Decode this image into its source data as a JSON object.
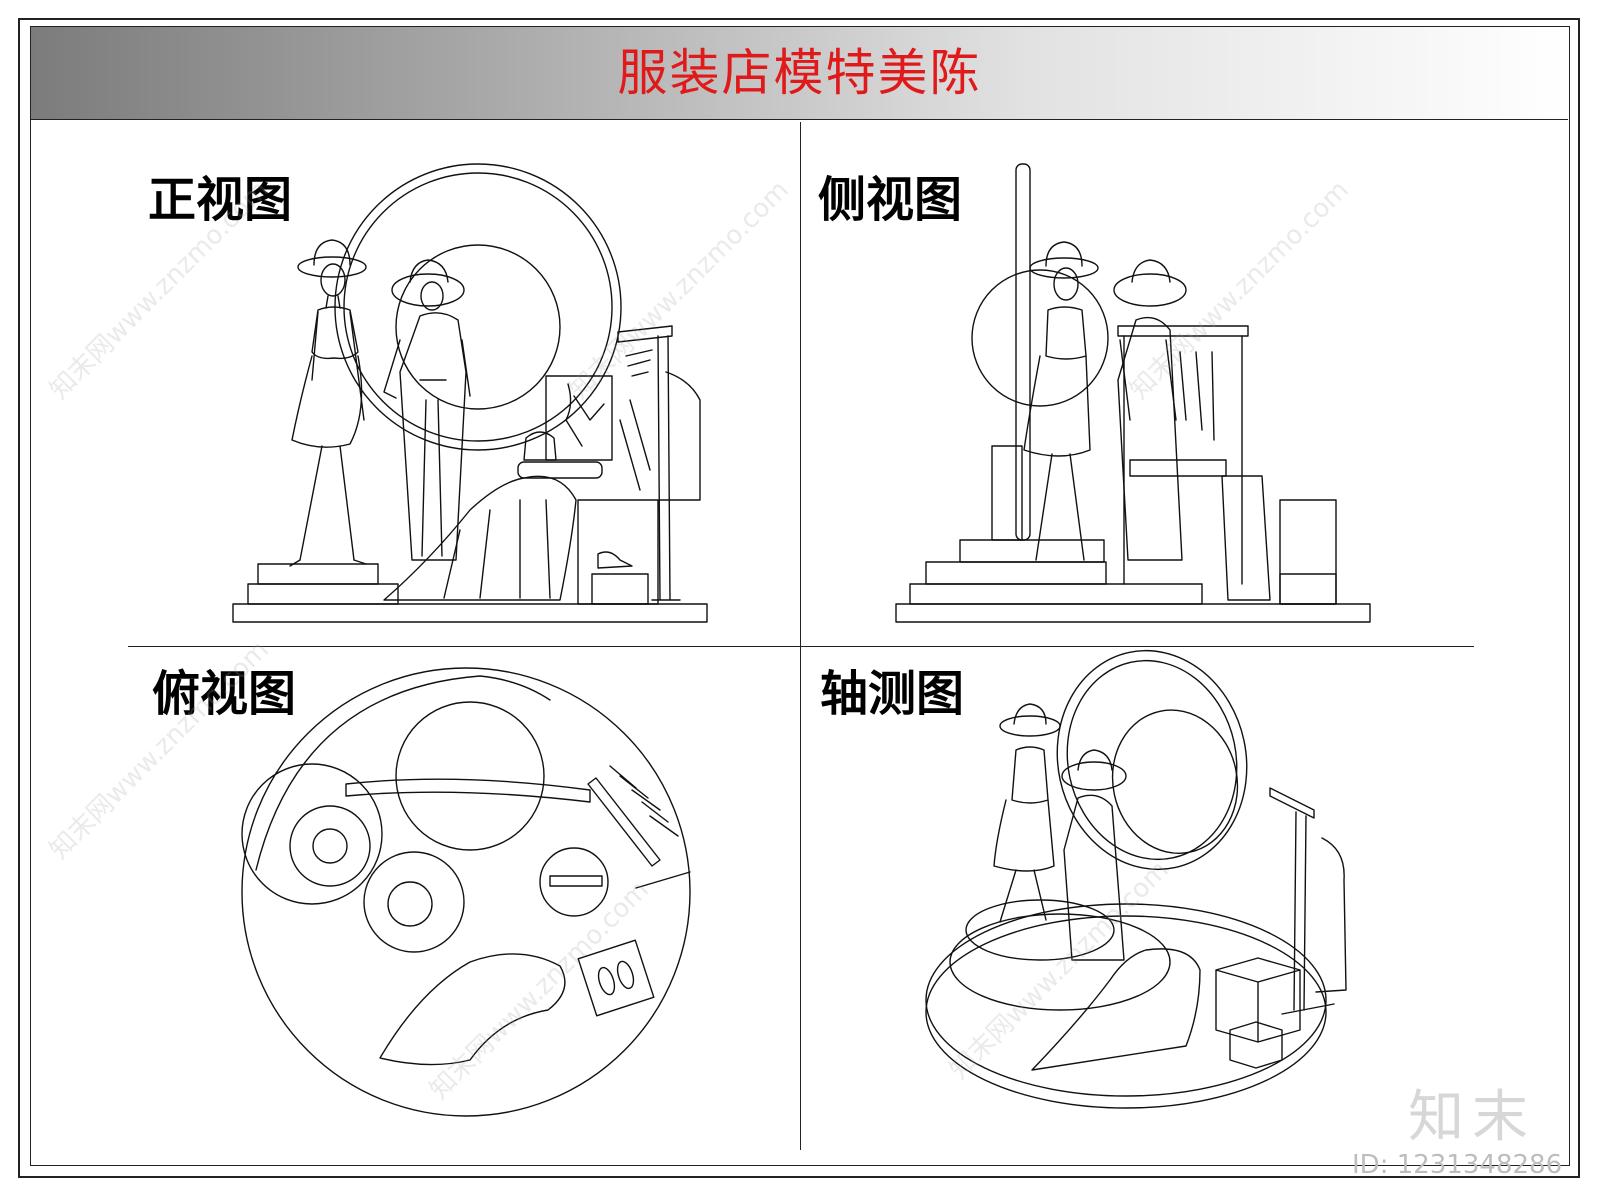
{
  "title": "服装店模特美陈",
  "views": {
    "front": "正视图",
    "side": "侧视图",
    "top": "俯视图",
    "axonometric": "轴测图"
  },
  "watermark": {
    "logo": "知末",
    "id": "ID: 1231348286",
    "site": "知末网www.znzmo.com"
  }
}
